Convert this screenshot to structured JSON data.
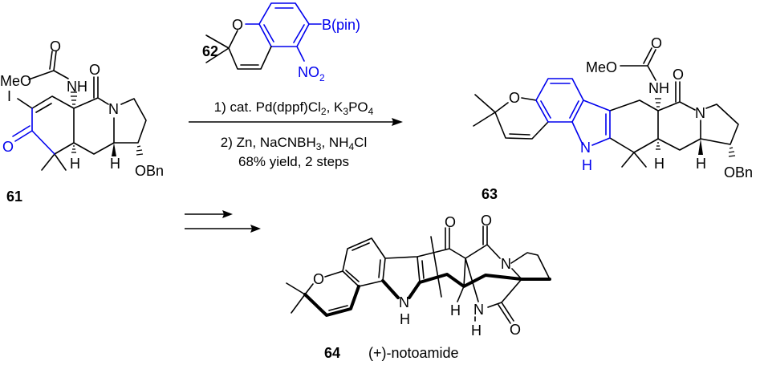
{
  "compounds": {
    "c61": {
      "label": "61",
      "atoms": {
        "meo": "MeO",
        "o_carb": "O",
        "nh": "NH",
        "o_amide": "O",
        "i": "I",
        "n": "N",
        "o_ketone": "O",
        "h1": "H",
        "h2": "H",
        "obn": "OBn"
      }
    },
    "c62": {
      "label": "62",
      "atoms": {
        "o": "O",
        "bpin": "B(pin)",
        "no2_main": "NO",
        "no2_sub": "2"
      }
    },
    "c63": {
      "label": "63",
      "atoms": {
        "meo": "MeO",
        "o_carb": "O",
        "nh": "NH",
        "o_amide": "O",
        "n": "N",
        "o_pyran": "O",
        "n_indole": "N",
        "h_indole": "H",
        "h1": "H",
        "h2": "H",
        "obn": "OBn"
      }
    },
    "c64": {
      "label": "64",
      "name": "(+)-notoamide",
      "atoms": {
        "o_pyran": "O",
        "n_indole": "N",
        "h_indole": "H",
        "o_ketone": "O",
        "o_amide1": "O",
        "n": "N",
        "h": "H",
        "nh_n": "N",
        "nh_h": "H",
        "o_amide2": "O"
      }
    }
  },
  "reagents": {
    "line1": [
      "1) cat. Pd(dppf)Cl",
      "2",
      ", K",
      "3",
      "PO",
      "4"
    ],
    "line2": [
      "2) Zn, NaCNBH",
      "3",
      ", NH",
      "4",
      "Cl"
    ],
    "line3": "68% yield, 2 steps"
  },
  "colors": {
    "highlight": "#0000ee",
    "bonds": "#000000"
  }
}
